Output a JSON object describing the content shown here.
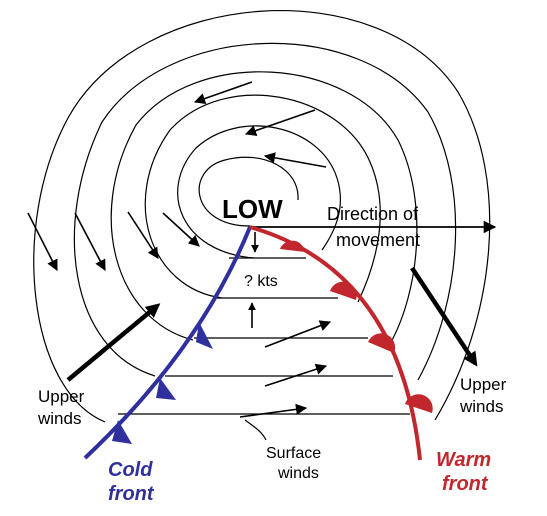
{
  "labels": {
    "low": "LOW",
    "direction_line1": "Direction of",
    "direction_line2": "movement",
    "speed": "? kts",
    "upper_winds_left_line1": "Upper",
    "upper_winds_left_line2": "winds",
    "upper_winds_right_line1": "Upper",
    "upper_winds_right_line2": "winds",
    "surface_winds_line1": "Surface",
    "surface_winds_line2": "winds",
    "cold_front_line1": "Cold",
    "cold_front_line2": "front",
    "warm_front_line1": "Warm",
    "warm_front_line2": "front"
  },
  "colors": {
    "cold_front": "#2f2f9e",
    "warm_front": "#c1272d",
    "lines": "#000000"
  }
}
